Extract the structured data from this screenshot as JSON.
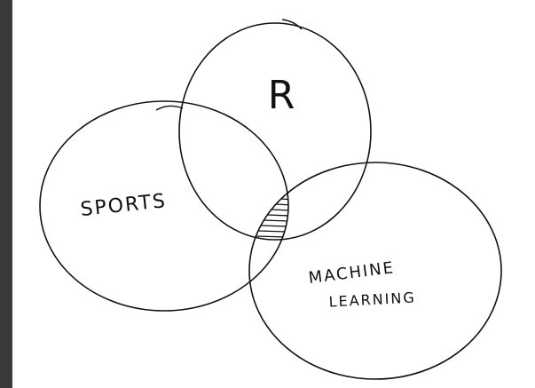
{
  "diagram": {
    "sets": [
      {
        "label": "R"
      },
      {
        "label": "SPORTS"
      },
      {
        "label": "MACHINE"
      },
      {
        "label": "LEARNING"
      }
    ]
  },
  "colors": {
    "ink": "#111111",
    "edge": "#3a3a3a",
    "background": "#ffffff"
  }
}
